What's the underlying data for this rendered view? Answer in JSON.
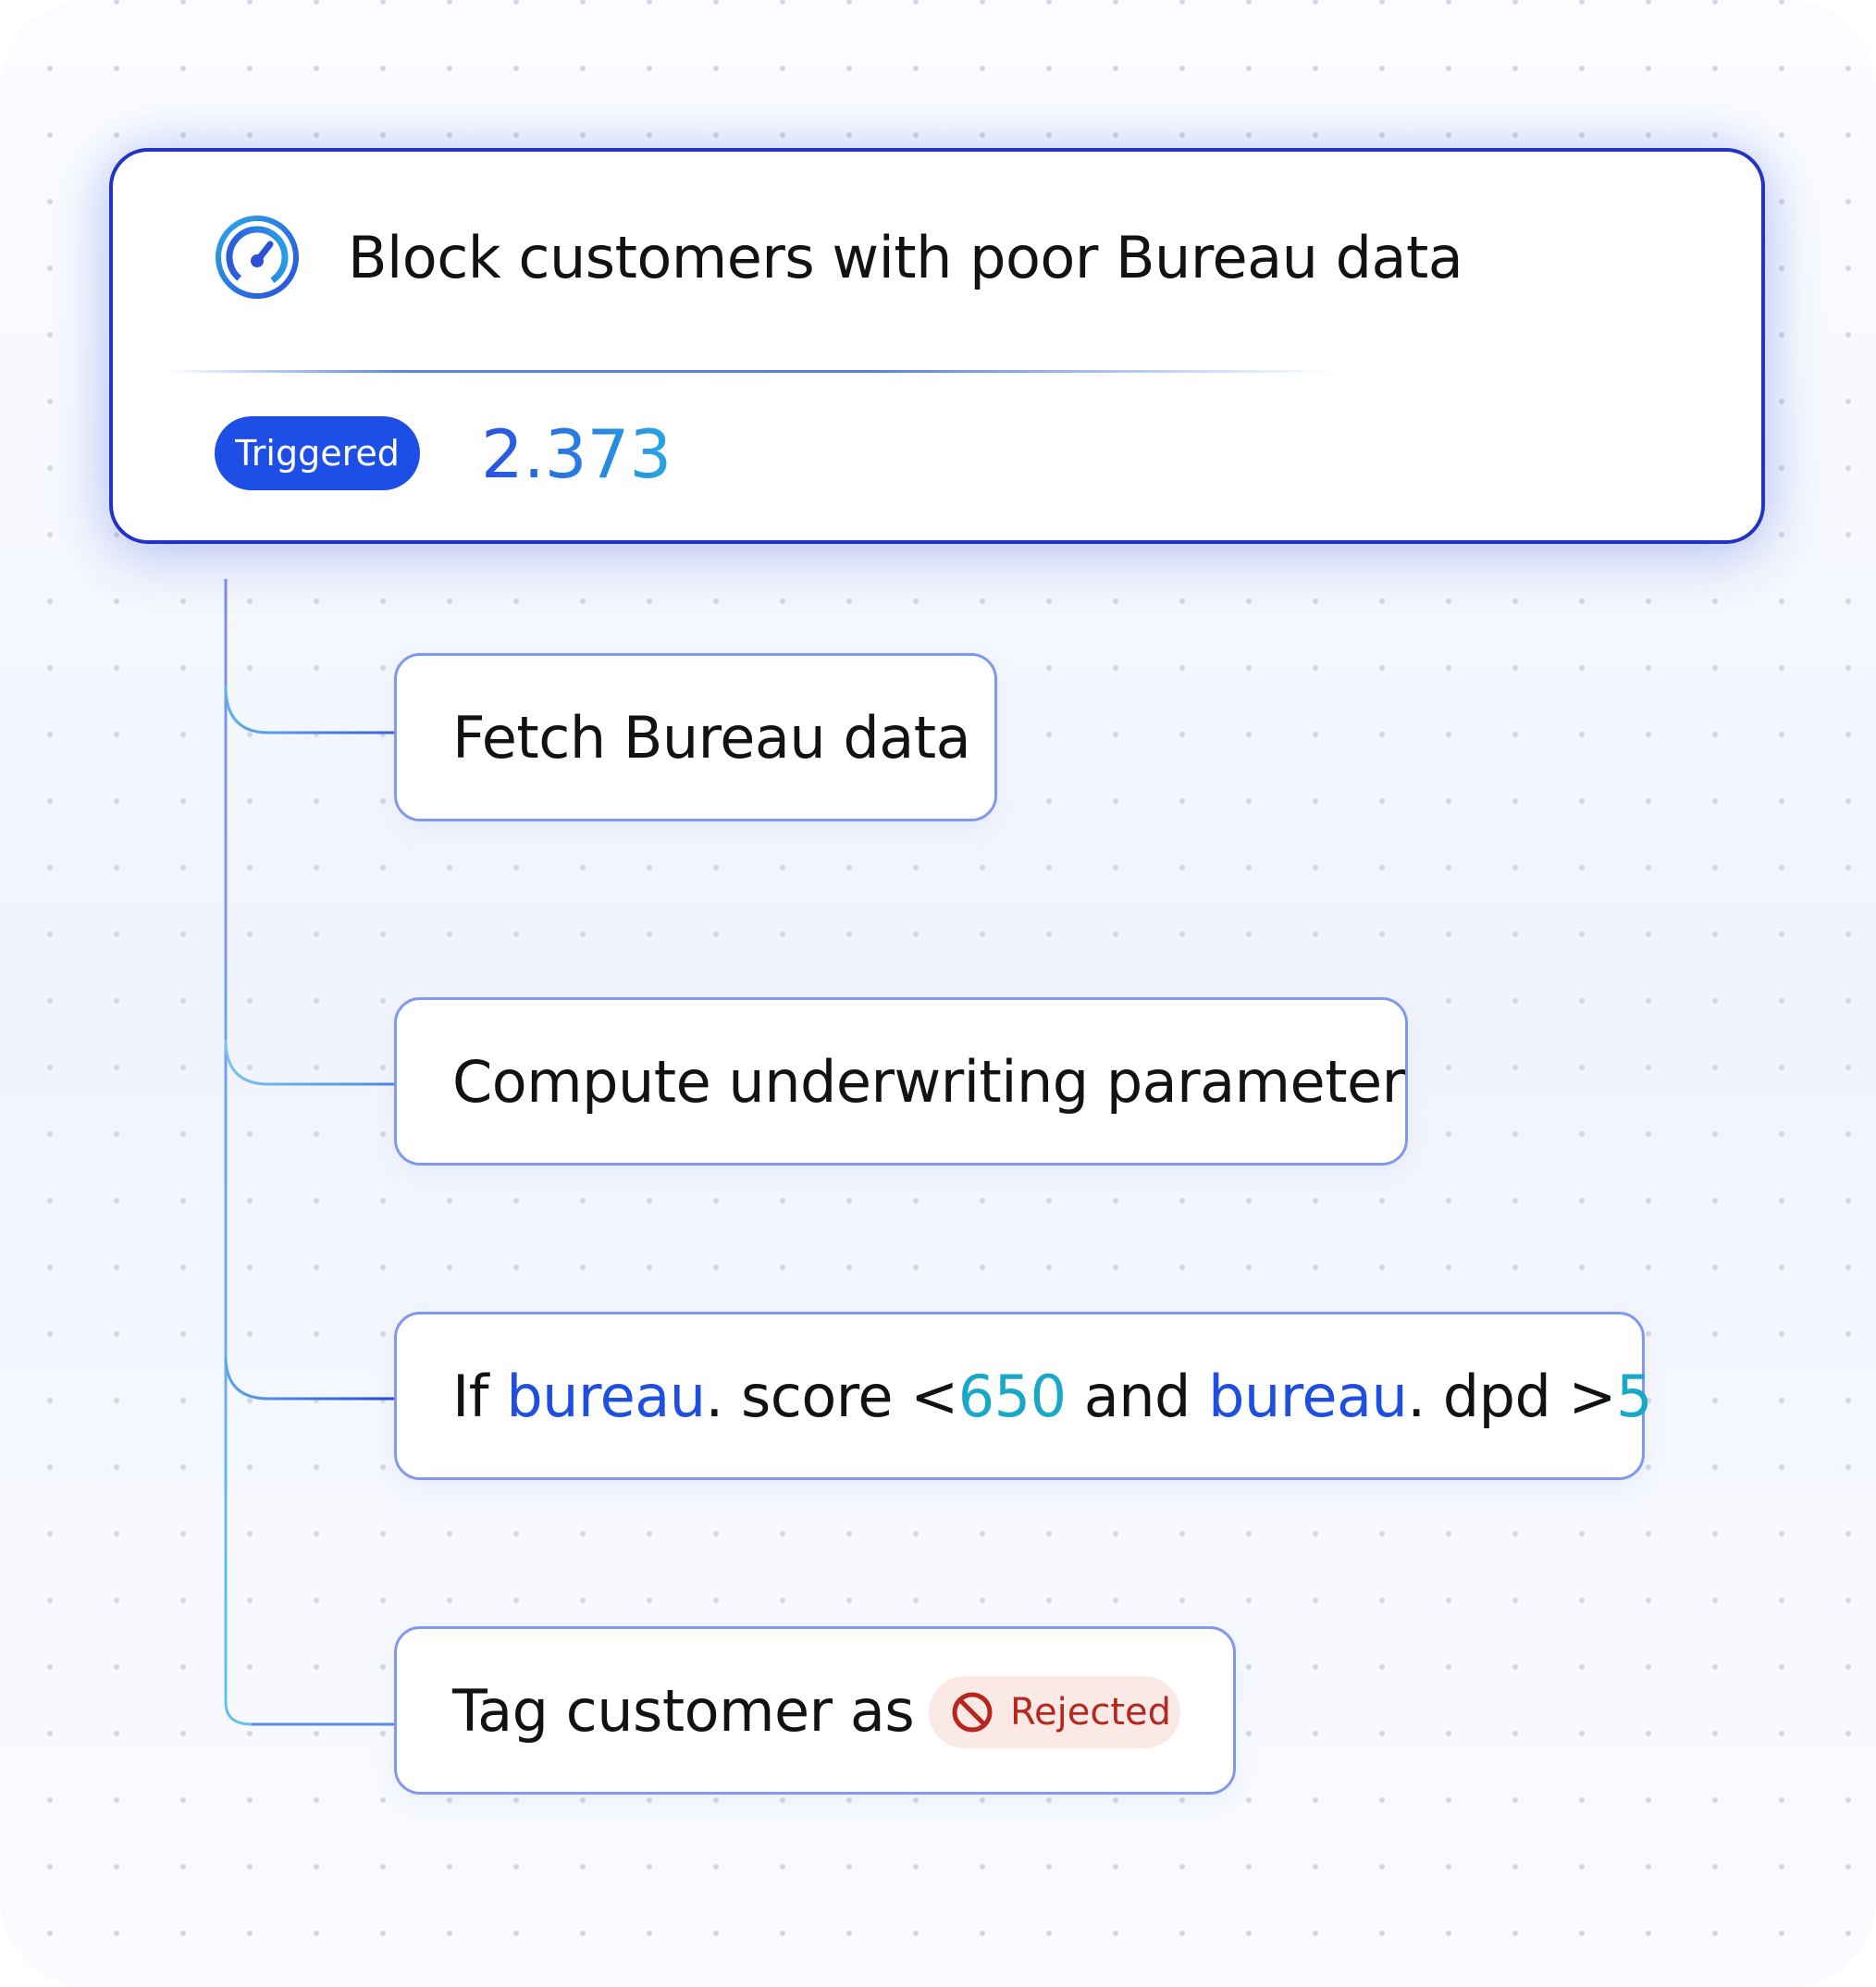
{
  "rule": {
    "icon": "speedometer-icon",
    "title": "Block customers with poor Bureau data",
    "status_badge": "Triggered",
    "count": "2.373"
  },
  "steps": {
    "fetch": {
      "label": "Fetch Bureau data"
    },
    "compute": {
      "label": "Compute underwriting parameter"
    },
    "condition": {
      "prefix": "If ",
      "var1": "bureau",
      "field1": ". score <",
      "value1": "650",
      "joiner": " and ",
      "var2": "bureau",
      "field2": ". dpd >",
      "value2": "5"
    },
    "tag": {
      "label": "Tag customer as",
      "tag_icon": "prohibited-icon",
      "tag_value": "Rejected"
    }
  },
  "colors": {
    "accent": "#1d4fe6",
    "card_border": "#2233c5",
    "step_border": "#8198ee",
    "variable": "#1f4fe0",
    "number": "#1aa8c8",
    "rejected_text": "#b5271f",
    "rejected_bg": "#fbe9e6"
  }
}
